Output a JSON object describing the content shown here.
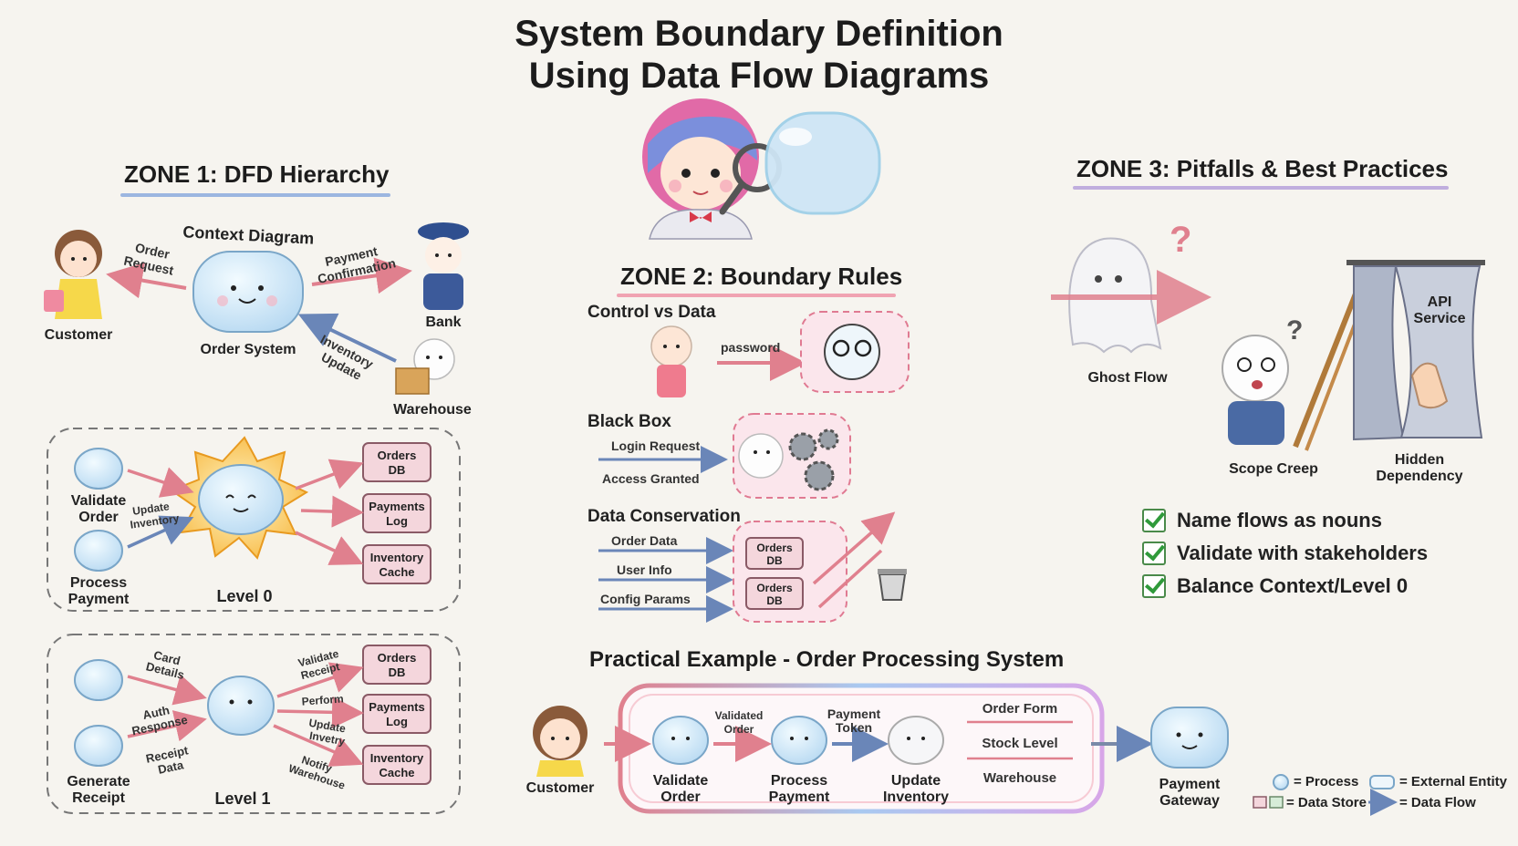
{
  "title_line1": "System Boundary Definition",
  "title_line2": "Using Data Flow Diagrams",
  "zone1": {
    "title": "ZONE 1: DFD Hierarchy",
    "context": {
      "heading": "Context Diagram",
      "center": "Order System",
      "customer": "Customer",
      "bank": "Bank",
      "warehouse": "Warehouse",
      "flow_order_request_1": "Order",
      "flow_order_request_2": "Request",
      "flow_payment_1": "Payment",
      "flow_payment_2": "Confirmation",
      "flow_inventory_1": "Inventory",
      "flow_inventory_2": "Update"
    },
    "level0": {
      "label": "Level 0",
      "validate_1": "Validate",
      "validate_2": "Order",
      "process_1": "Process",
      "process_2": "Payment",
      "flow_1": "Update",
      "flow_2": "Inventory",
      "store_orders_1": "Orders",
      "store_orders_2": "DB",
      "store_payments_1": "Payments",
      "store_payments_2": "Log",
      "store_inventory_1": "Inventory",
      "store_inventory_2": "Cache"
    },
    "level1": {
      "label": "Level 1",
      "generate_1": "Generate",
      "generate_2": "Receipt",
      "card_1": "Card",
      "card_2": "Details",
      "auth_1": "Auth",
      "auth_2": "Response",
      "receipt_1": "Receipt",
      "receipt_2": "Data",
      "validate_receipt_1": "Validate",
      "validate_receipt_2": "Receipt",
      "perform": "Perform",
      "update_inv_1": "Update",
      "update_inv_2": "Invetry",
      "notify_1": "Notify",
      "notify_2": "Warehouse",
      "store_orders_1": "Orders",
      "store_orders_2": "DB",
      "store_payments_1": "Payments",
      "store_payments_2": "Log",
      "store_inventory_1": "Inventory",
      "store_inventory_2": "Cache"
    }
  },
  "zone2": {
    "title": "ZONE 2: Boundary Rules",
    "control_vs_data": "Control vs Data",
    "password": "password",
    "black_box": "Black Box",
    "login_request": "Login Request",
    "access_granted": "Access Granted",
    "data_conservation": "Data Conservation",
    "order_data": "Order Data",
    "user_info": "User Info",
    "config_params": "Config Params",
    "store_1a": "Orders",
    "store_1b": "DB",
    "store_2a": "Orders",
    "store_2b": "DB"
  },
  "zone3": {
    "title": "ZONE 3: Pitfalls & Best Practices",
    "ghost_flow": "Ghost Flow",
    "scope_creep": "Scope Creep",
    "hidden_dep_1": "Hidden",
    "hidden_dep_2": "Dependency",
    "api_1": "API",
    "api_2": "Service",
    "checklist": [
      "Name flows as nouns",
      "Validate with stakeholders",
      "Balance Context/Level 0"
    ]
  },
  "example": {
    "title": "Practical Example - Order Processing System",
    "customer": "Customer",
    "validate_1": "Validate",
    "validate_2": "Order",
    "process_1": "Process",
    "process_2": "Payment",
    "update_1": "Update",
    "update_2": "Inventory",
    "gateway_1": "Payment",
    "gateway_2": "Gateway",
    "flow_a1": "Validated",
    "flow_a2": "Order",
    "flow_b1": "Payment",
    "flow_b2": "Token",
    "order_form": "Order Form",
    "stock_level": "Stock Level",
    "warehouse": "Warehouse"
  },
  "legend": {
    "process": "= Process",
    "external": "= External Entity",
    "store": "= Data Store",
    "flow": "= Data Flow"
  },
  "colors": {
    "blob": "#cfe6f6",
    "blob_edge": "#7aa6c8",
    "pink_arrow": "#e0808e",
    "blue_arrow": "#6a86b8",
    "store": "#f4d6dc"
  }
}
